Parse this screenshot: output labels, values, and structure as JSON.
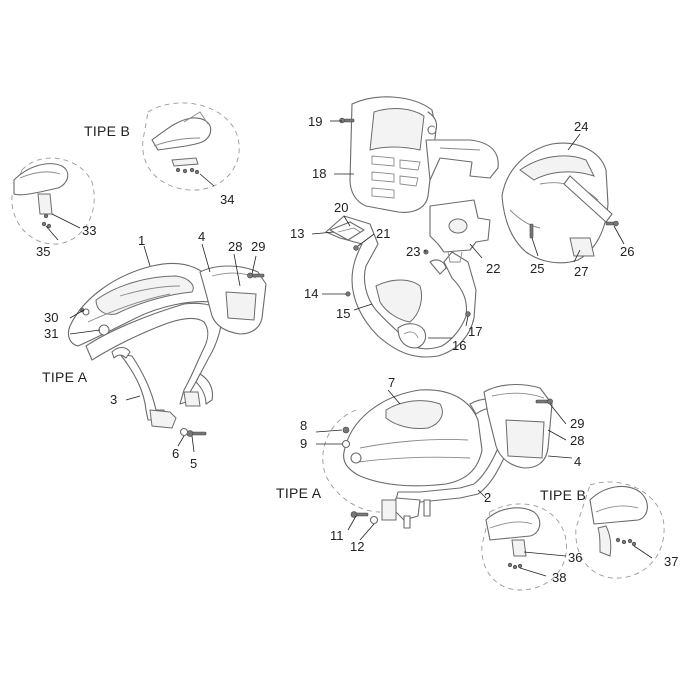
{
  "variants": {
    "tipe_b_top": "TIPE B",
    "tipe_a_left": "TIPE A",
    "tipe_a_bottom": "TIPE A",
    "tipe_b_bottom": "TIPE B"
  },
  "callouts": {
    "c1": "1",
    "c2": "2",
    "c3": "3",
    "c4a": "4",
    "c4b": "4",
    "c5": "5",
    "c6": "6",
    "c7": "7",
    "c8": "8",
    "c9": "9",
    "c11": "11",
    "c12": "12",
    "c13": "13",
    "c14": "14",
    "c15": "15",
    "c16": "16",
    "c17": "17",
    "c18": "18",
    "c19": "19",
    "c20": "20",
    "c21": "21",
    "c22": "22",
    "c23": "23",
    "c24": "24",
    "c25": "25",
    "c26": "26",
    "c27": "27",
    "c28a": "28",
    "c28b": "28",
    "c29a": "29",
    "c29b": "29",
    "c30": "30",
    "c31": "31",
    "c33": "33",
    "c34": "34",
    "c35": "35",
    "c36": "36",
    "c37": "37",
    "c38": "38"
  }
}
